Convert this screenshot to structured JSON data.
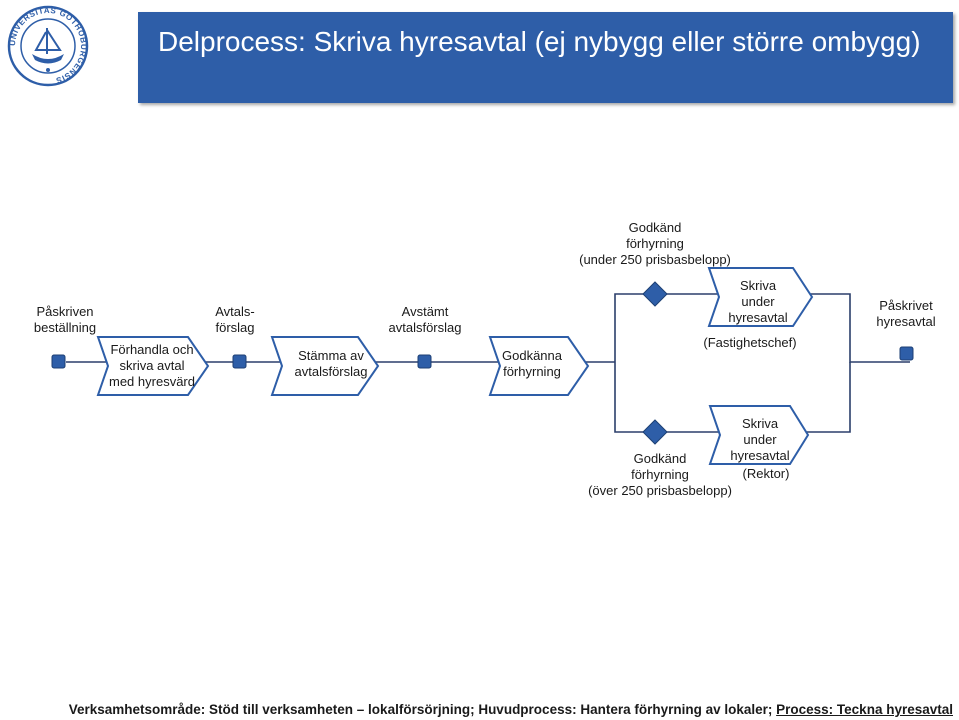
{
  "title": "Delprocess: Skriva hyresavtal (ej nybygg eller större ombygg)",
  "logo": {
    "icon": "university-seal-icon",
    "ring_text": "UNIVERSITAS GOTHOBURGENSIS",
    "color": "#2e5ea8"
  },
  "colors": {
    "title_bg": "#2e5ea8",
    "node_fill": "#2e5ea8",
    "line": "#2b3f6b",
    "arrow_fill": "#ffffff"
  },
  "events": {
    "start": "Påskriven beställning",
    "offer": "Avtals-\nförslag",
    "agreed": "Avstämt\navtalsförslag",
    "end": "Påskrivet\nhyresavtal"
  },
  "activities": {
    "negotiate": "Förhandla och\nskriva avtal\nmed hyresvärd",
    "align": "Stämma av\navtalsförslag",
    "approve": "Godkänna\nförhyrning",
    "sign_upper": "Skriva\nunder\nhyresavtal",
    "sign_lower": "Skriva\nunder\nhyresavtal"
  },
  "conditions": {
    "upper": "Godkänd\nförhyrning\n(under 250 prisbasbelopp)",
    "lower": "Godkänd\nförhyrning\n(över 250 prisbasbelopp)"
  },
  "roles": {
    "upper": "(Fastighetschef)",
    "lower": "(Rektor)"
  },
  "footer": {
    "prefix": "Verksamhetsområde: Stöd till verksamheten – lokalförsörjning; Huvudprocess: Hantera förhyrning av lokaler; ",
    "process": "Process: Teckna hyresavtal"
  }
}
